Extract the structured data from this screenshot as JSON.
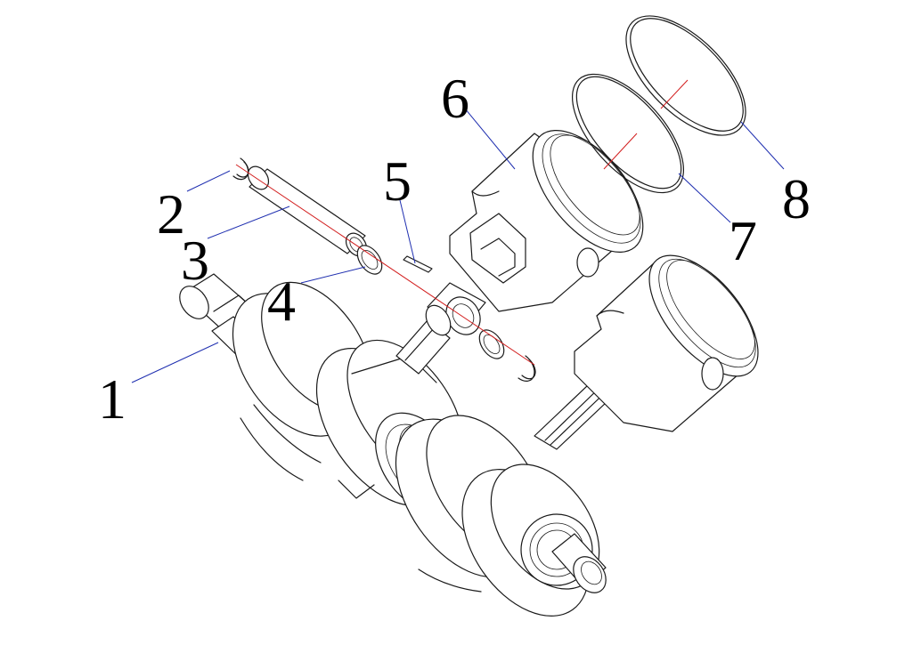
{
  "colors": {
    "leader_line": "#1f2fb0",
    "axis_line": "#d21d1d",
    "outline": "#1a1a1a",
    "background": "#ffffff"
  },
  "callouts": [
    {
      "id": "1",
      "label": "1"
    },
    {
      "id": "2",
      "label": "2"
    },
    {
      "id": "3",
      "label": "3"
    },
    {
      "id": "4",
      "label": "4"
    },
    {
      "id": "5",
      "label": "5"
    },
    {
      "id": "6",
      "label": "6"
    },
    {
      "id": "7",
      "label": "7"
    },
    {
      "id": "8",
      "label": "8"
    }
  ]
}
